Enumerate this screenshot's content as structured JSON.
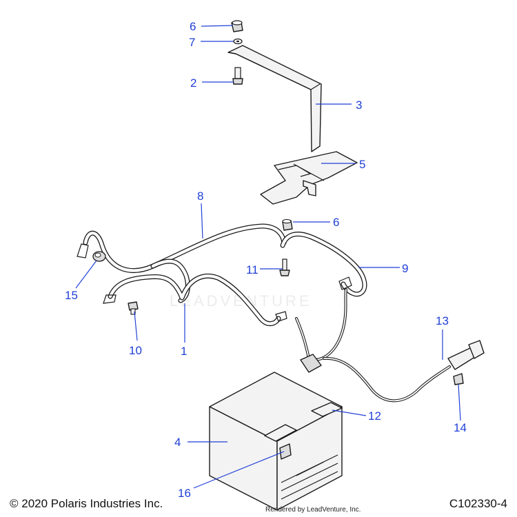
{
  "callouts": [
    {
      "id": "6a",
      "label": "6"
    },
    {
      "id": "7",
      "label": "7"
    },
    {
      "id": "2",
      "label": "2"
    },
    {
      "id": "3",
      "label": "3"
    },
    {
      "id": "5",
      "label": "5"
    },
    {
      "id": "8",
      "label": "8"
    },
    {
      "id": "6b",
      "label": "6"
    },
    {
      "id": "9",
      "label": "9"
    },
    {
      "id": "11",
      "label": "11"
    },
    {
      "id": "15",
      "label": "15"
    },
    {
      "id": "10",
      "label": "10"
    },
    {
      "id": "1",
      "label": "1"
    },
    {
      "id": "13",
      "label": "13"
    },
    {
      "id": "14",
      "label": "14"
    },
    {
      "id": "12",
      "label": "12"
    },
    {
      "id": "4",
      "label": "4"
    },
    {
      "id": "16",
      "label": "16"
    }
  ],
  "footer": {
    "copyright": "© 2020 Polaris Industries Inc.",
    "drawing_id": "C102330-4",
    "rendered_by": "Rendered by LeadVenture, Inc."
  },
  "watermark": "LEADVENTURE",
  "colors": {
    "callout": "#1f3fd6",
    "line": "#1a1a1a"
  }
}
